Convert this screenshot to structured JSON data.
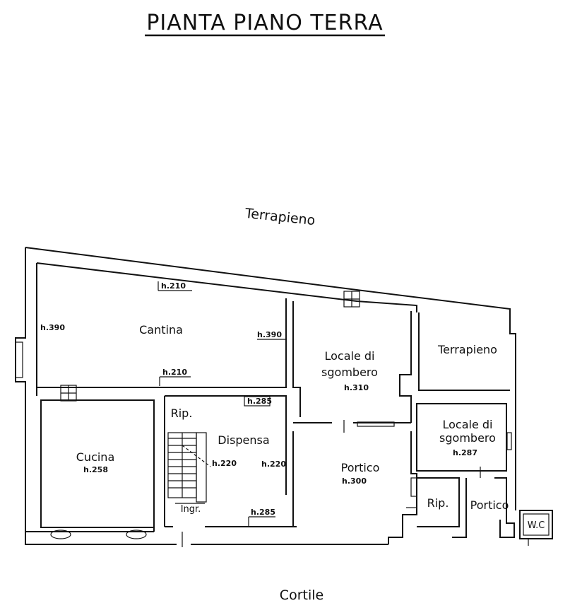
{
  "title": "PIANTA PIANO TERRA",
  "outside": {
    "top": "Terrapieno",
    "bottom": "Cortile"
  },
  "rooms": [
    {
      "id": "cantina",
      "name": "Cantina",
      "heights": [
        "h.210",
        "h.390",
        "h.390",
        "h.210"
      ]
    },
    {
      "id": "locale-sgombero-1",
      "name_line1": "Locale di",
      "name_line2": "sgombero",
      "height": "h.310"
    },
    {
      "id": "terrapieno-room",
      "name": "Terrapieno"
    },
    {
      "id": "cucina",
      "name": "Cucina",
      "height": "h.258"
    },
    {
      "id": "rip-1",
      "name": "Rip."
    },
    {
      "id": "dispensa",
      "name": "Dispensa",
      "heights": [
        "h.285",
        "h.220",
        "h.220",
        "h.285"
      ]
    },
    {
      "id": "ingr",
      "name": "Ingr."
    },
    {
      "id": "portico-1",
      "name": "Portico",
      "height": "h.300"
    },
    {
      "id": "locale-sgombero-2",
      "name_line1": "Locale di",
      "name_line2": "sgombero",
      "height": "h.287"
    },
    {
      "id": "rip-2",
      "name": "Rip."
    },
    {
      "id": "portico-2",
      "name": "Portico"
    },
    {
      "id": "wc",
      "name": "W.C"
    }
  ]
}
